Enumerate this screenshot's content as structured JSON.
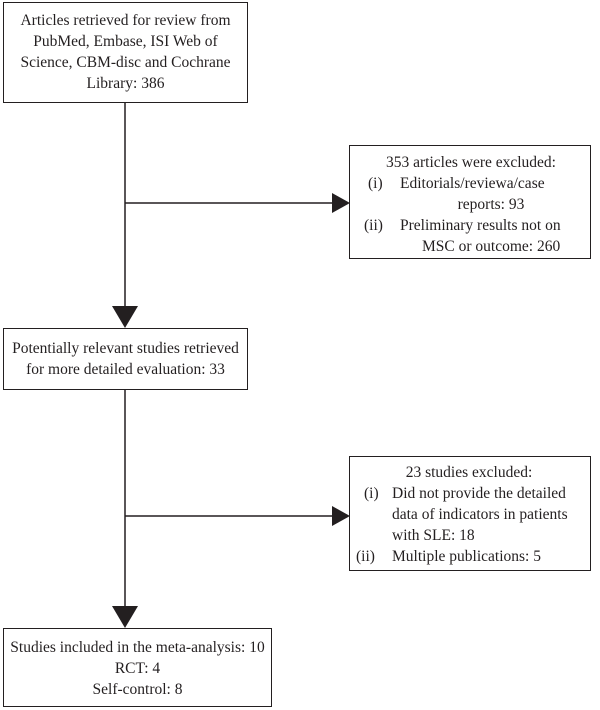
{
  "box_retrieved": {
    "lines": [
      "Articles retrieved for review from",
      "PubMed, Embase, ISI Web of",
      "Science, CBM-disc and Cochrane",
      "Library: 386"
    ]
  },
  "box_excluded_1": {
    "title": "353 articles were excluded:",
    "items": [
      {
        "num": "(i)",
        "lines": [
          "Editorials/reviewa/case",
          "reports: 93"
        ]
      },
      {
        "num": "(ii)",
        "lines": [
          "Preliminary results not on",
          "MSC or outcome: 260"
        ]
      }
    ]
  },
  "box_relevant": {
    "lines": [
      "Potentially relevant studies retrieved",
      "for more detailed evaluation: 33"
    ]
  },
  "box_excluded_2": {
    "title": "23 studies excluded:",
    "items": [
      {
        "num": "(i)",
        "lines": [
          "Did not provide the detailed",
          "data of indicators in patients",
          "with SLE: 18"
        ]
      },
      {
        "num": "(ii)",
        "lines": [
          "Multiple publications: 5"
        ]
      }
    ]
  },
  "box_included": {
    "lines": [
      "Studies included in the meta-analysis: 10",
      "RCT: 4",
      "Self-control: 8"
    ]
  }
}
